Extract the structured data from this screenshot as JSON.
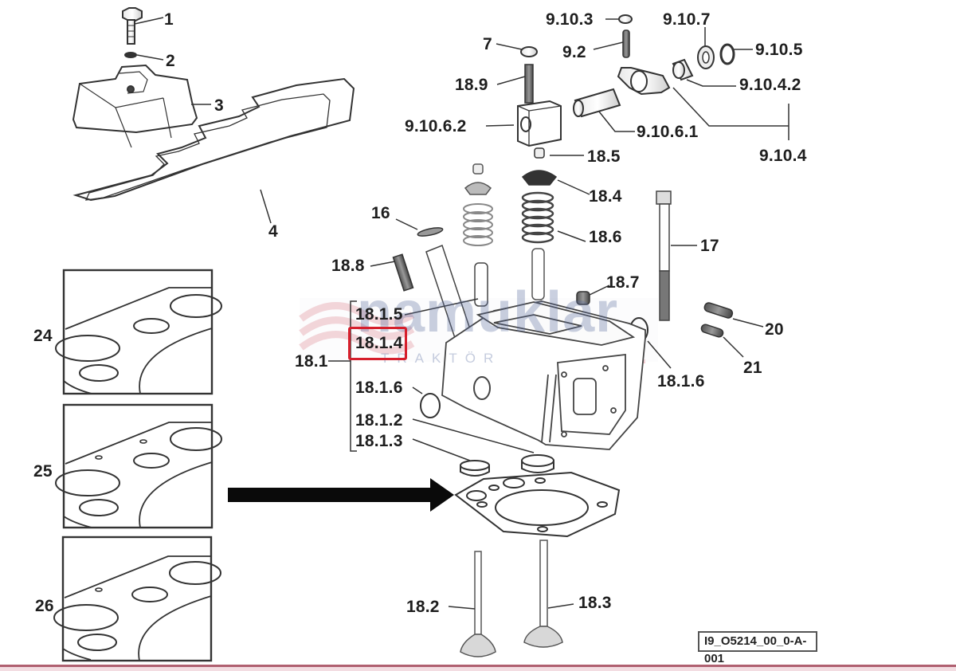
{
  "diagram": {
    "type": "exploded parts diagram",
    "subject": "engine cylinder head assembly",
    "reference_code": "I9_O5214_00_0-A-001",
    "highlighted_label": "18.1.4",
    "highlight_color": "#d61f2c",
    "watermark": {
      "text": "namuklar",
      "subtext": "TRAKTÖR",
      "stripe_color": "#e8a0a8",
      "text_color": "#5a6ea0"
    },
    "callout_arrow": {
      "direction": "right",
      "points_to": "cylinder head gasket"
    },
    "labels": {
      "l1": "1",
      "l2": "2",
      "l3": "3",
      "l4": "4",
      "l7": "7",
      "l16": "16",
      "l17": "17",
      "l18_1": "18.1",
      "l18_1_2": "18.1.2",
      "l18_1_3": "18.1.3",
      "l18_1_4": "18.1.4",
      "l18_1_5": "18.1.5",
      "l18_1_6_left": "18.1.6",
      "l18_1_6_right": "18.1.6",
      "l18_2": "18.2",
      "l18_3": "18.3",
      "l18_4": "18.4",
      "l18_5": "18.5",
      "l18_6": "18.6",
      "l18_7": "18.7",
      "l18_8": "18.8",
      "l18_9": "18.9",
      "l20": "20",
      "l21": "21",
      "l24": "24",
      "l25": "25",
      "l26": "26",
      "l9_2": "9.2",
      "l9_10_3": "9.10.3",
      "l9_10_4": "9.10.4",
      "l9_10_4_2": "9.10.4.2",
      "l9_10_5": "9.10.5",
      "l9_10_6_1": "9.10.6.1",
      "l9_10_6_2": "9.10.6.2",
      "l9_10_7": "9.10.7"
    },
    "gasket_variants": [
      {
        "label": "24",
        "small_holes": 0
      },
      {
        "label": "25",
        "small_holes": 2
      },
      {
        "label": "26",
        "small_holes": 1
      }
    ]
  }
}
